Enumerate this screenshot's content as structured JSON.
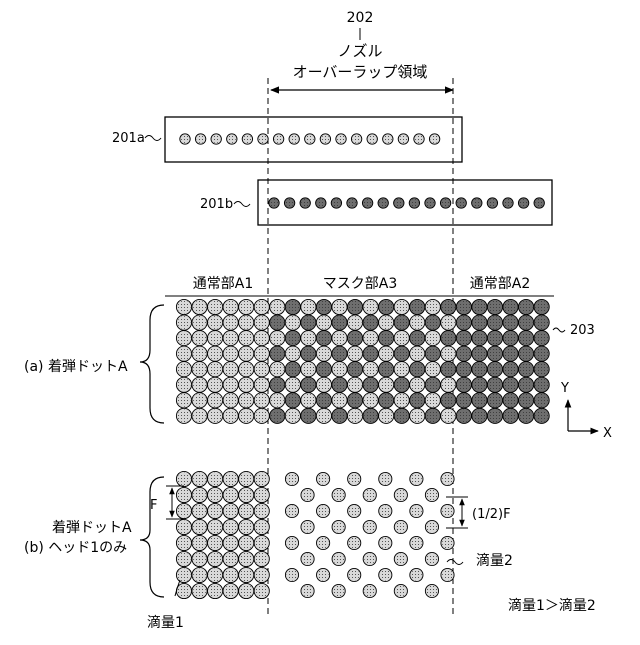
{
  "labels": {
    "ref_202": "202",
    "nozzle_line1": "ノズル",
    "nozzle_line2": "オーバーラップ領域",
    "head_a": "201a",
    "head_b": "201b",
    "region_a1": "通常部A1",
    "region_a3": "マスク部A3",
    "region_a2": "通常部A2",
    "ref_203": "203",
    "panel_a": "(a) 着弾ドットA",
    "panel_b_line1": "着弾ドットA",
    "panel_b_line2": "(b) ヘッド1のみ",
    "axis_y": "Y",
    "axis_x": "X",
    "pitch_f": "F",
    "half_pitch": "(1/2)F",
    "drop2": "滴量2",
    "drop1": "滴量1",
    "relation": "滴量1＞滴量2"
  },
  "colors": {
    "line": "#000000",
    "dot_light": "#d9d9d9",
    "dot_dark": "#6e6e6e",
    "stipple": "#3a3a3a",
    "background": "#ffffff"
  }
}
